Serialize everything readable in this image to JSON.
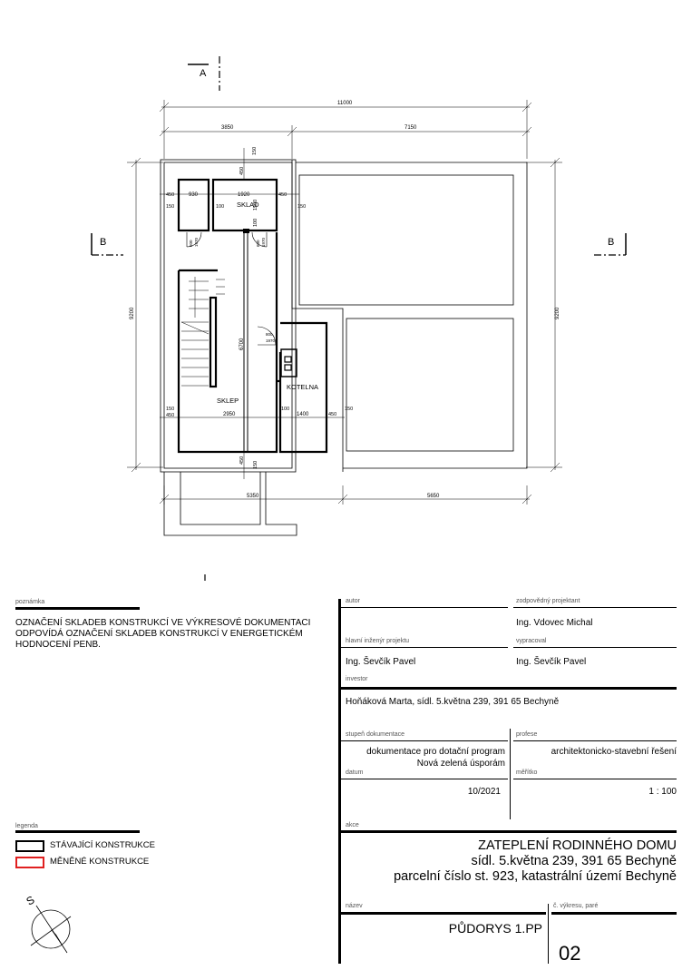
{
  "plan": {
    "section_a": "A",
    "section_b": "B",
    "dims": {
      "overall_width": "11000",
      "left_width": "3850",
      "right_width": "7150",
      "overall_height_left": "9200",
      "overall_height_right": "9200",
      "top_gap": "150",
      "top_wall": "450",
      "wall_left": "450",
      "wall_right": "450",
      "gap_left": "150",
      "gap_right": "150",
      "room_930": "930",
      "room_1920": "1920",
      "partition": "100",
      "sklad_depth": "1500",
      "partition2": "100",
      "door_600": "600",
      "door_1970": "1970",
      "sklep_height": "6700",
      "door_800": "800",
      "door_1970b": "1970",
      "bottom_wall_left": "450",
      "bottom_gap_left": "150",
      "sklep_width": "2950",
      "partition3": "100",
      "kotelna_width": "1400",
      "bottom_wall_right": "450",
      "bottom_gap_right": "150",
      "bottom_wall": "450",
      "bottom_gap": "150",
      "bottom_left": "5350",
      "bottom_right": "5650"
    },
    "rooms": {
      "sklad": "SKLAD",
      "sklep": "SKLEP",
      "kotelna": "KOTELNA"
    }
  },
  "note": {
    "heading": "poznámka",
    "text": "OZNAČENÍ SKLADEB KONSTRUKCÍ VE VÝKRESOVÉ DOKUMENTACI ODPOVÍDÁ OZNAČENÍ SKLADEB KONSTRUKCÍ V ENERGETICKÉM HODNOCENÍ PENB."
  },
  "legend": {
    "heading": "legenda",
    "items": [
      {
        "label": "STÁVAJÍCÍ KONSTRUKCE",
        "color": "#000000"
      },
      {
        "label": "MĚNĚNÉ KONSTRUKCE",
        "color": "#e02020"
      }
    ]
  },
  "north": "S",
  "title_block": {
    "autor_label": "autor",
    "autor_value": "",
    "zodpovedny_label": "zodpovědný projektant",
    "zodpovedny_value": "Ing. Vdovec Michal",
    "hip_label": "hlavní inženýr projektu",
    "hip_value": "Ing. Ševčík Pavel",
    "vypracoval_label": "vypracoval",
    "vypracoval_value": "Ing. Ševčík Pavel",
    "investor_label": "investor",
    "investor_value": "Hoňáková Marta, sídl. 5.května 239, 391 65 Bechyně",
    "stupen_label": "stupeň dokumentace",
    "stupen_line1": "dokumentace pro dotační program",
    "stupen_line2": "Nová zelená úsporám",
    "profese_label": "profese",
    "profese_value": "architektonicko-stavební řešení",
    "datum_label": "datum",
    "datum_value": "10/2021",
    "meritko_label": "měřítko",
    "meritko_value": "1 : 100",
    "akce_label": "akce",
    "akce_line1": "ZATEPLENÍ RODINNÉHO DOMU",
    "akce_line2": "sídl. 5.května 239, 391 65 Bechyně",
    "akce_line3": "parcelní číslo st. 923, katastrální území Bechyně",
    "nazev_label": "název",
    "nazev_value": "PŮDORYS 1.PP",
    "cislo_label": "č. výkresu, paré",
    "cislo_value": "02"
  }
}
